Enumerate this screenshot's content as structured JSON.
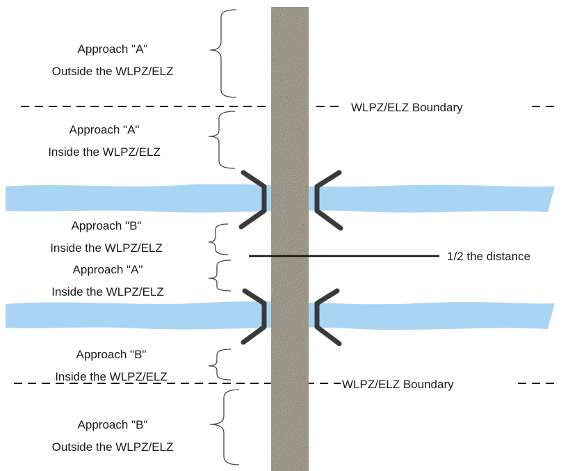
{
  "labels": {
    "zone_a_outside_1": "Approach \"A\"",
    "zone_a_outside_2": "Outside the WLPZ/ELZ",
    "zone_a_inside_top_1": "Approach \"A\"",
    "zone_a_inside_top_2": "Inside the WLPZ/ELZ",
    "zone_b_inside_mid_1": "Approach \"B\"",
    "zone_b_inside_mid_2": "Inside the WLPZ/ELZ",
    "zone_a_inside_mid_1": "Approach \"A\"",
    "zone_a_inside_mid_2": "Inside the WLPZ/ELZ",
    "zone_b_inside_bot_1": "Approach \"B\"",
    "zone_b_inside_bot_2": "Inside the WLPZ/ELZ",
    "zone_b_outside_1": "Approach \"B\"",
    "zone_b_outside_2": "Outside the WLPZ/ELZ",
    "boundary_top": "WLPZ/ELZ Boundary",
    "boundary_bottom": "WLPZ/ELZ Boundary",
    "half_distance": "1/2 the distance"
  },
  "colors": {
    "road": "#a7a293",
    "stream": "#aad4f4",
    "culvert": "#3a3a3a",
    "line": "#111111",
    "brace": "#444444"
  }
}
